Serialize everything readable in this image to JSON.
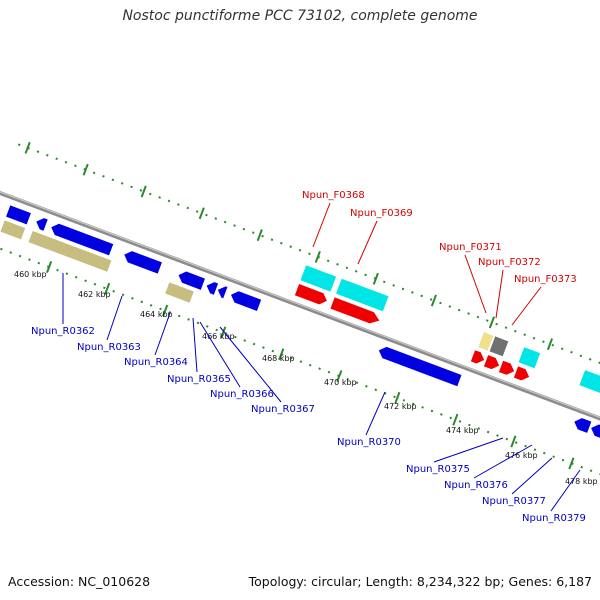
{
  "title": "Nostoc punctiforme PCC 73102, complete genome",
  "footer": {
    "accession": "Accession: NC_010628",
    "topology": "Topology: circular; Length: 8,234,322 bp; Genes: 6,187"
  },
  "colors": {
    "forward_label": "#d40000",
    "reverse_label": "#0000c0",
    "backbone": "#8c8c8c",
    "tick": "#2a8a2a",
    "gene_blue": "#0000e0",
    "gene_cyan": "#00e5e5",
    "gene_red": "#f00000",
    "gene_olive": "#c8bd80",
    "gene_grey": "#707070",
    "gene_lightgrey": "#c8c8c8",
    "gene_yellow": "#efe08a"
  },
  "ticks": [
    {
      "label": "460 kbp"
    },
    {
      "label": "462 kbp"
    },
    {
      "label": "464 kbp"
    },
    {
      "label": "466 kbp"
    },
    {
      "label": "468 kbp"
    },
    {
      "label": "470 kbp"
    },
    {
      "label": "472 kbp"
    },
    {
      "label": "474 kbp"
    },
    {
      "label": "476 kbp"
    },
    {
      "label": "478 kbp"
    }
  ],
  "forward_labels": [
    {
      "text": "Npun_F0368"
    },
    {
      "text": "Npun_F0369"
    },
    {
      "text": "Npun_F0371"
    },
    {
      "text": "Npun_F0372"
    },
    {
      "text": "Npun_F0373"
    }
  ],
  "reverse_labels": [
    {
      "text": "Npun_R0362"
    },
    {
      "text": "Npun_R0363"
    },
    {
      "text": "Npun_R0364"
    },
    {
      "text": "Npun_R0365"
    },
    {
      "text": "Npun_R0366"
    },
    {
      "text": "Npun_R0367"
    },
    {
      "text": "Npun_R0370"
    },
    {
      "text": "Npun_R0375"
    },
    {
      "text": "Npun_R0376"
    },
    {
      "text": "Npun_R0377"
    },
    {
      "text": "Npun_R0379"
    }
  ]
}
